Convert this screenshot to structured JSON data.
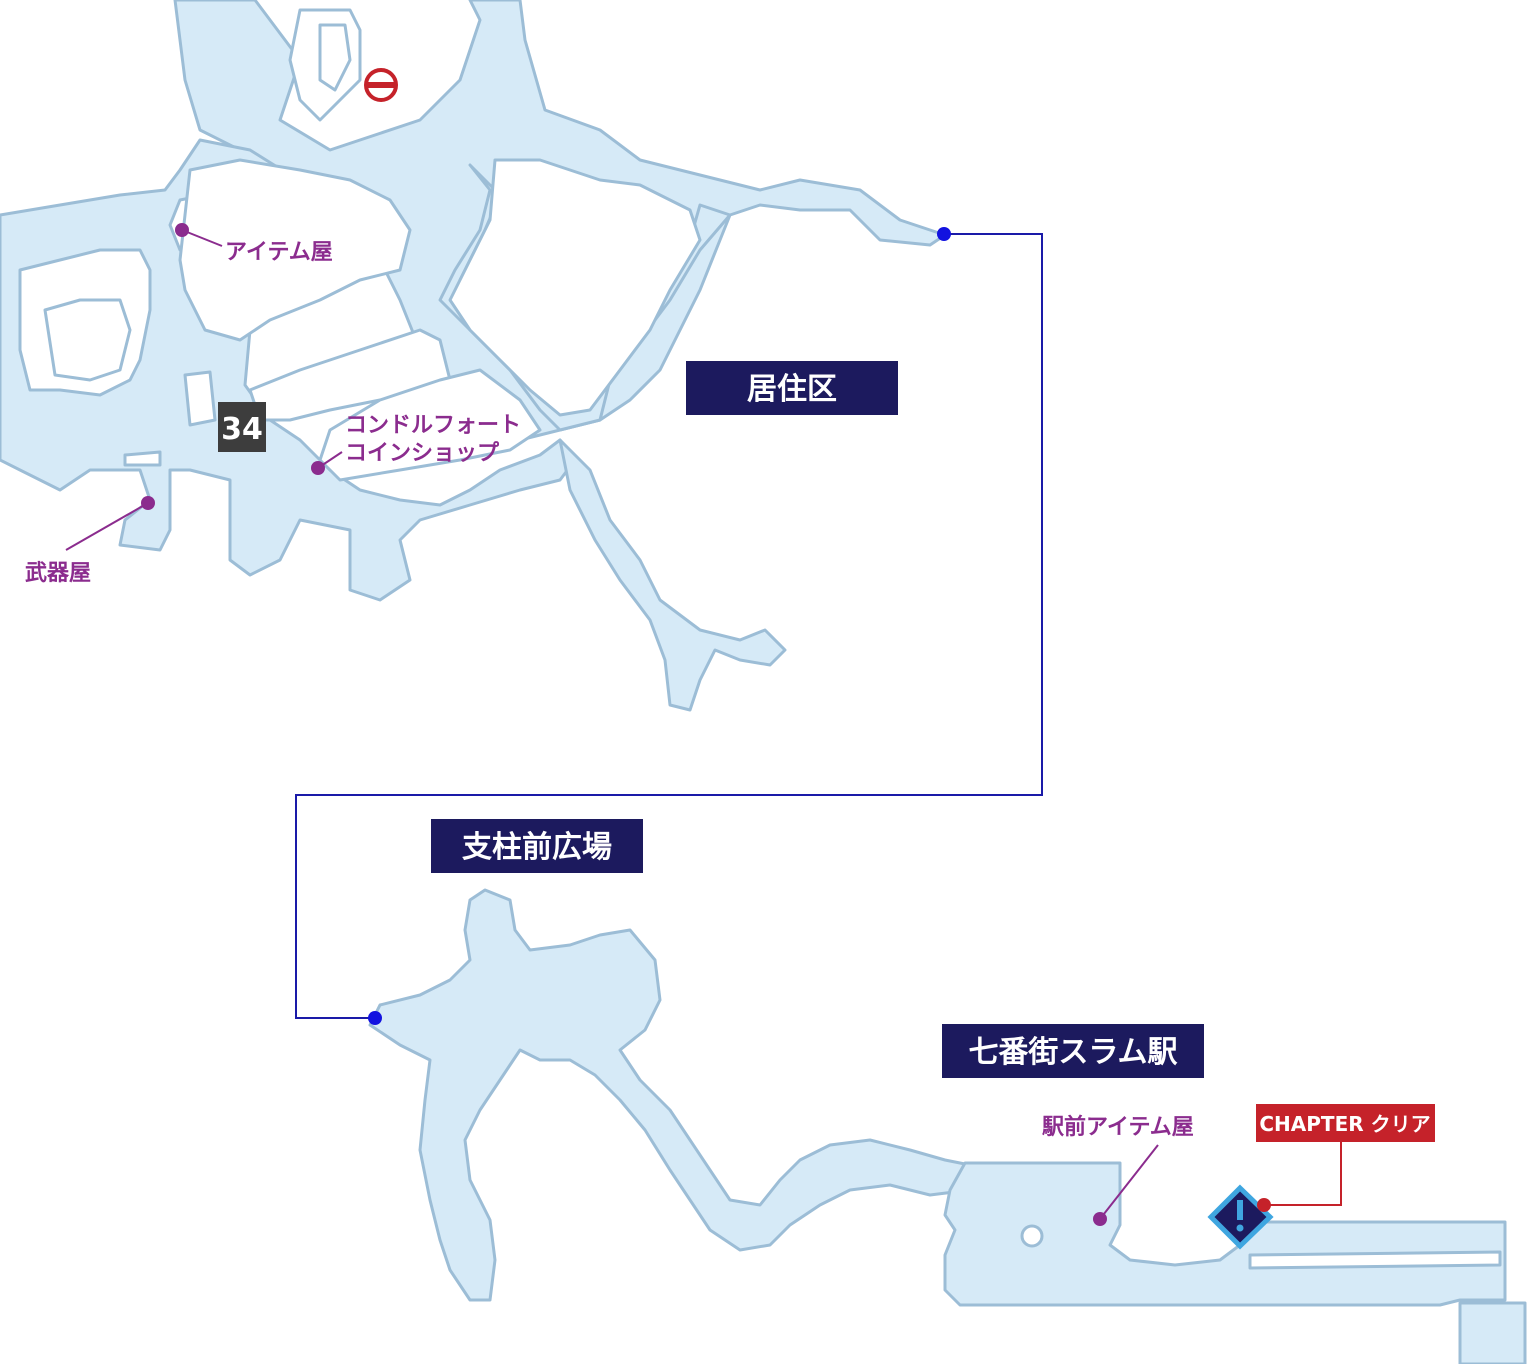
{
  "map": {
    "areas": [
      {
        "id": "residential",
        "label": "居住区"
      },
      {
        "id": "plaza",
        "label": "支柱前広場"
      },
      {
        "id": "station",
        "label": "七番街スラム駅"
      }
    ],
    "shops": {
      "item_shop": "アイテム屋",
      "coin_shop_line1": "コンドルフォート",
      "coin_shop_line2": "コインショップ",
      "weapon_shop": "武器屋",
      "station_item_shop": "駅前アイテム屋"
    },
    "waypoint_number": "34",
    "chapter_clear": "CHAPTER クリア",
    "icons": [
      "no-entry-icon",
      "exclamation-diamond-icon"
    ],
    "colors": {
      "area_fill": "#d6eaf7",
      "area_stroke": "#9cbdd6",
      "label_box": "#1c1a5e",
      "shop_marker": "#8b2c8e",
      "connector": "#1a1aa8",
      "chapter_marker": "#c5222a"
    }
  }
}
